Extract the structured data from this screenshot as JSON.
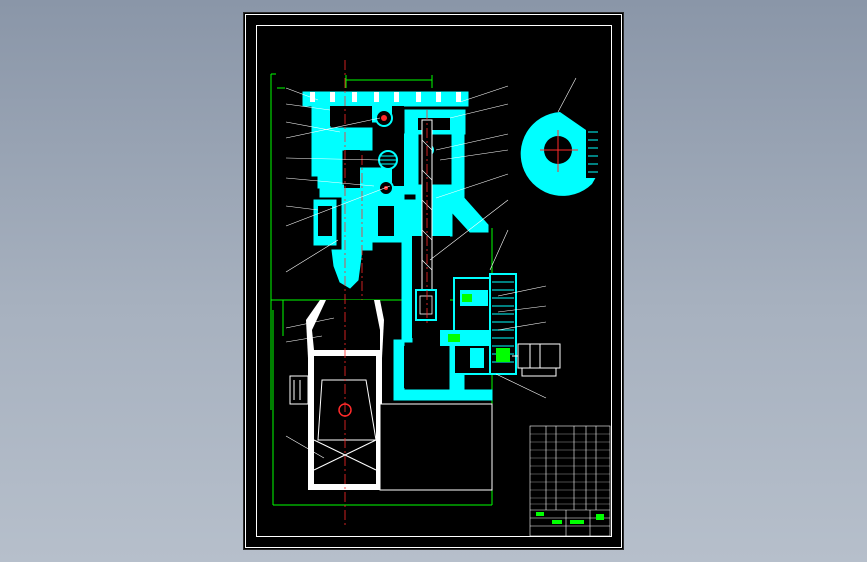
{
  "colors": {
    "background": "#94a0b1",
    "sheet": "#000000",
    "border": "#ffffff",
    "part_fill": "#00ffff",
    "dim_line": "#00ff00",
    "center_line": "#ff2a2a",
    "leader": "#ffffff",
    "hatch": "#ffffff"
  },
  "icons": {
    "view": "mechanical-assembly-drawing",
    "detail": "cam-detail-view",
    "titleblock": "title-block-table"
  }
}
